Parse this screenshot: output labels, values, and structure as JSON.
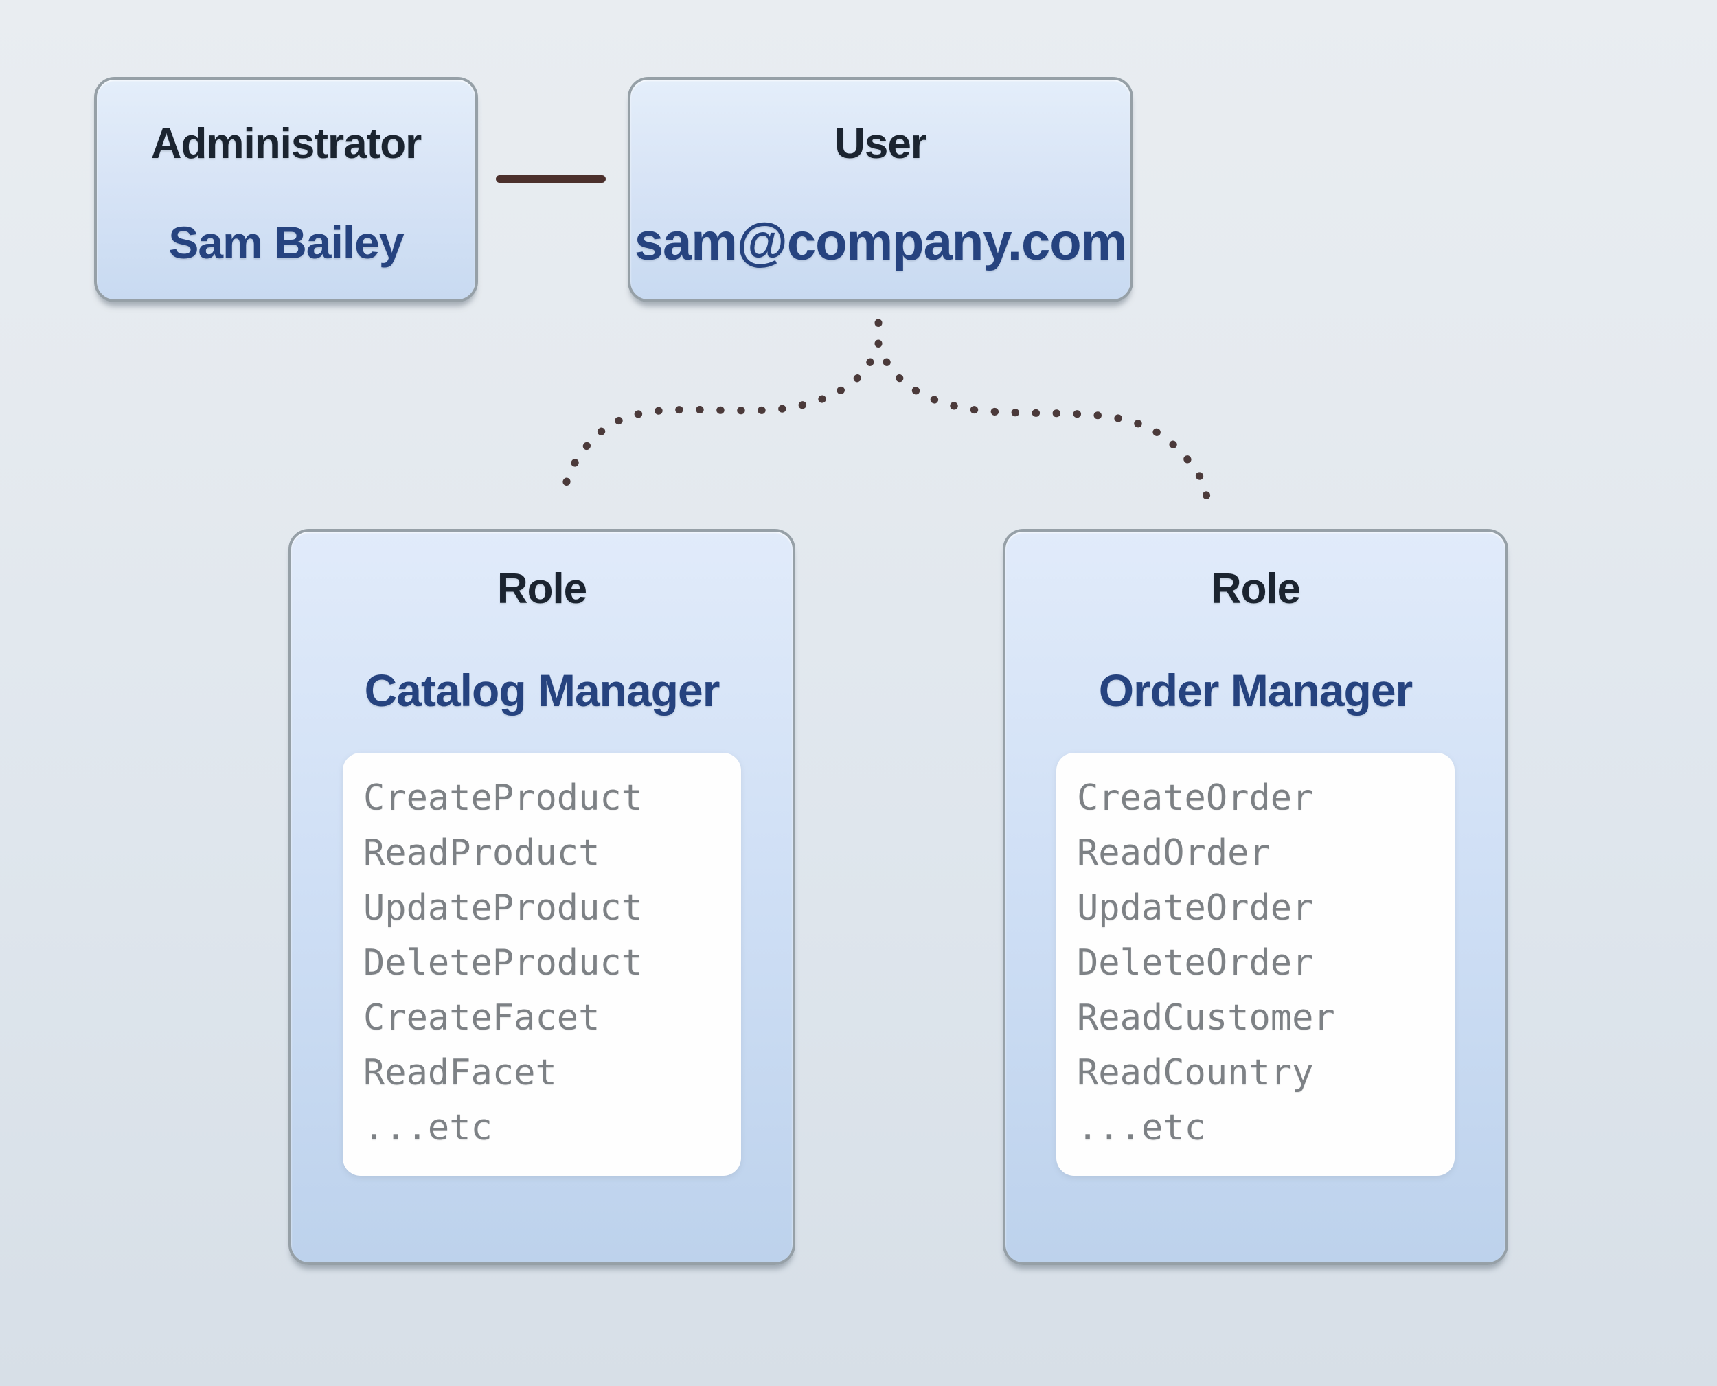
{
  "diagram": {
    "admin_card": {
      "title": "Administrator",
      "name": "Sam Bailey"
    },
    "user_card": {
      "title": "User",
      "email": "sam@company.com"
    },
    "roles": [
      {
        "title": "Role",
        "name": "Catalog Manager",
        "permissions": [
          "CreateProduct",
          "ReadProduct",
          "UpdateProduct",
          "DeleteProduct",
          "CreateFacet",
          "ReadFacet",
          "...etc"
        ]
      },
      {
        "title": "Role",
        "name": "Order Manager",
        "permissions": [
          "CreateOrder",
          "ReadOrder",
          "UpdateOrder",
          "DeleteOrder",
          "ReadCustomer",
          "ReadCountry",
          "...etc"
        ]
      }
    ],
    "colors": {
      "card_gradient_top": "#e4eefa",
      "card_gradient_bottom": "#c8daf1",
      "card_border": "#96a0a7",
      "title_dark": "#1b2430",
      "accent_navy": "#26437f",
      "permission_gray": "#7d8185",
      "connector_brown": "#4b302c",
      "dot_brown": "#4b3a3a",
      "panel_white": "#fefefe"
    }
  }
}
